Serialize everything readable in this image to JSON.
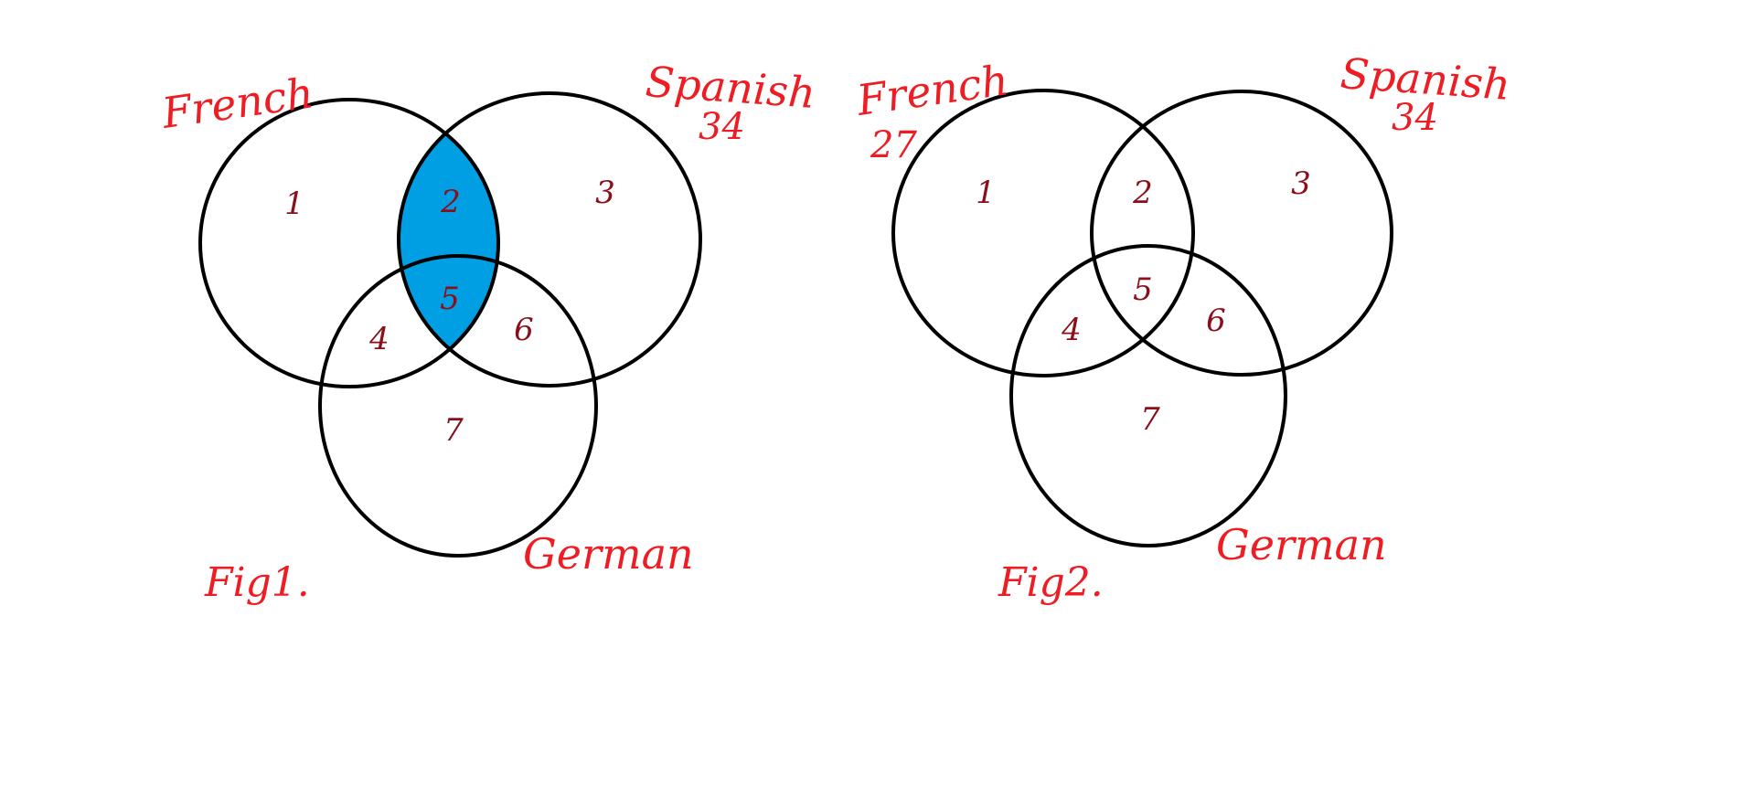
{
  "colors": {
    "label": "#ee1d24",
    "region_number": "#8b0f1b",
    "outline": "#000000",
    "highlight": "#009fe3",
    "background": "#ffffff"
  },
  "fig1": {
    "caption": "Fig1.",
    "sets": {
      "french": {
        "label": "French"
      },
      "spanish": {
        "label": "Spanish",
        "count": "34"
      },
      "german": {
        "label": "German"
      }
    },
    "regions": [
      "1",
      "2",
      "3",
      "4",
      "5",
      "6",
      "7"
    ],
    "highlighted_regions": [
      "2",
      "5"
    ]
  },
  "fig2": {
    "caption": "Fig2.",
    "sets": {
      "french": {
        "label": "French",
        "count": "27"
      },
      "spanish": {
        "label": "Spanish",
        "count": "34"
      },
      "german": {
        "label": "German"
      }
    },
    "regions": [
      "1",
      "2",
      "3",
      "4",
      "5",
      "6",
      "7"
    ]
  }
}
